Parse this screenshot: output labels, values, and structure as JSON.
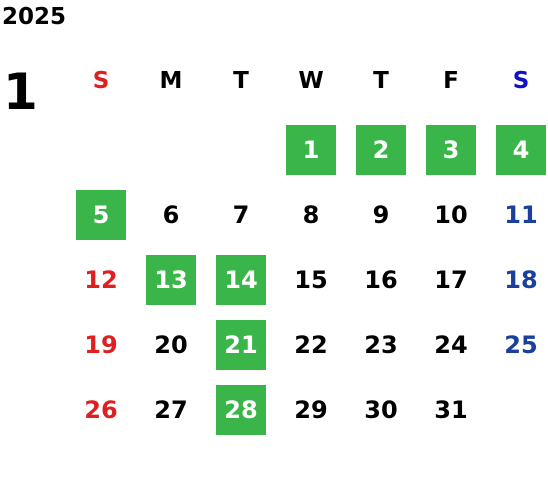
{
  "year": "2025",
  "month": "1",
  "colors": {
    "highlight": "#3ab54a",
    "sunday": "#e02020",
    "saturday": "#1a3f9c",
    "weekday": "#000000",
    "highlight_text": "#ffffff"
  },
  "weekdays": [
    {
      "label": "S",
      "color": "#e02020"
    },
    {
      "label": "M",
      "color": "#000000"
    },
    {
      "label": "T",
      "color": "#000000"
    },
    {
      "label": "W",
      "color": "#000000"
    },
    {
      "label": "T",
      "color": "#000000"
    },
    {
      "label": "F",
      "color": "#000000"
    },
    {
      "label": "S",
      "color": "#1010c8"
    }
  ],
  "first_weekday_index": 3,
  "days_in_month": 31,
  "highlighted_days": [
    1,
    2,
    3,
    4,
    5,
    13,
    14,
    21,
    28
  ]
}
